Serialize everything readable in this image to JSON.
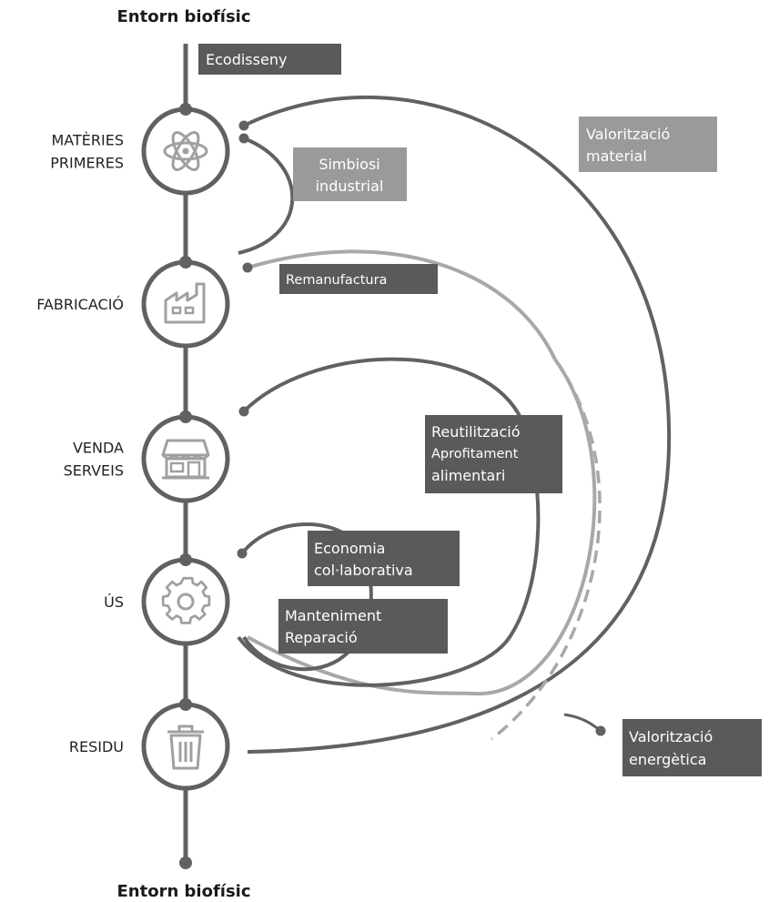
{
  "header": {
    "top_title": "Entorn biofísic",
    "bottom_title": "Entorn biofísic"
  },
  "stages": [
    {
      "id": "materies",
      "lines": [
        "MATÈRIES",
        "PRIMERES"
      ],
      "icon": "atom-icon"
    },
    {
      "id": "fabricacio",
      "lines": [
        "FABRICACIÓ"
      ],
      "icon": "factory-icon"
    },
    {
      "id": "venda",
      "lines": [
        "VENDA",
        "SERVEIS"
      ],
      "icon": "shop-icon"
    },
    {
      "id": "us",
      "lines": [
        "ÚS"
      ],
      "icon": "gear-icon"
    },
    {
      "id": "residu",
      "lines": [
        "RESIDU"
      ],
      "icon": "trash-icon"
    }
  ],
  "labels": {
    "ecodisseny": [
      "Ecodisseny"
    ],
    "valoritzacio_material": [
      "Valorització",
      "material"
    ],
    "simbiosi": [
      "Simbiosi",
      "industrial"
    ],
    "remanufactura": [
      "Remanufactura"
    ],
    "reutilitzacio": [
      "Reutilització",
      "Aprofitament",
      "alimentari"
    ],
    "economia": [
      "Economia",
      "col·laborativa"
    ],
    "manteniment": [
      "Manteniment",
      "Reparació"
    ],
    "valoritzacio_energetica": [
      "Valorització",
      "energètica"
    ]
  },
  "colors": {
    "line": "#616161",
    "box_dark": "#5a5a5a",
    "box_light": "#9a9a9a",
    "arc_light": "#a8a8a8",
    "icon": "#a0a0a0"
  }
}
